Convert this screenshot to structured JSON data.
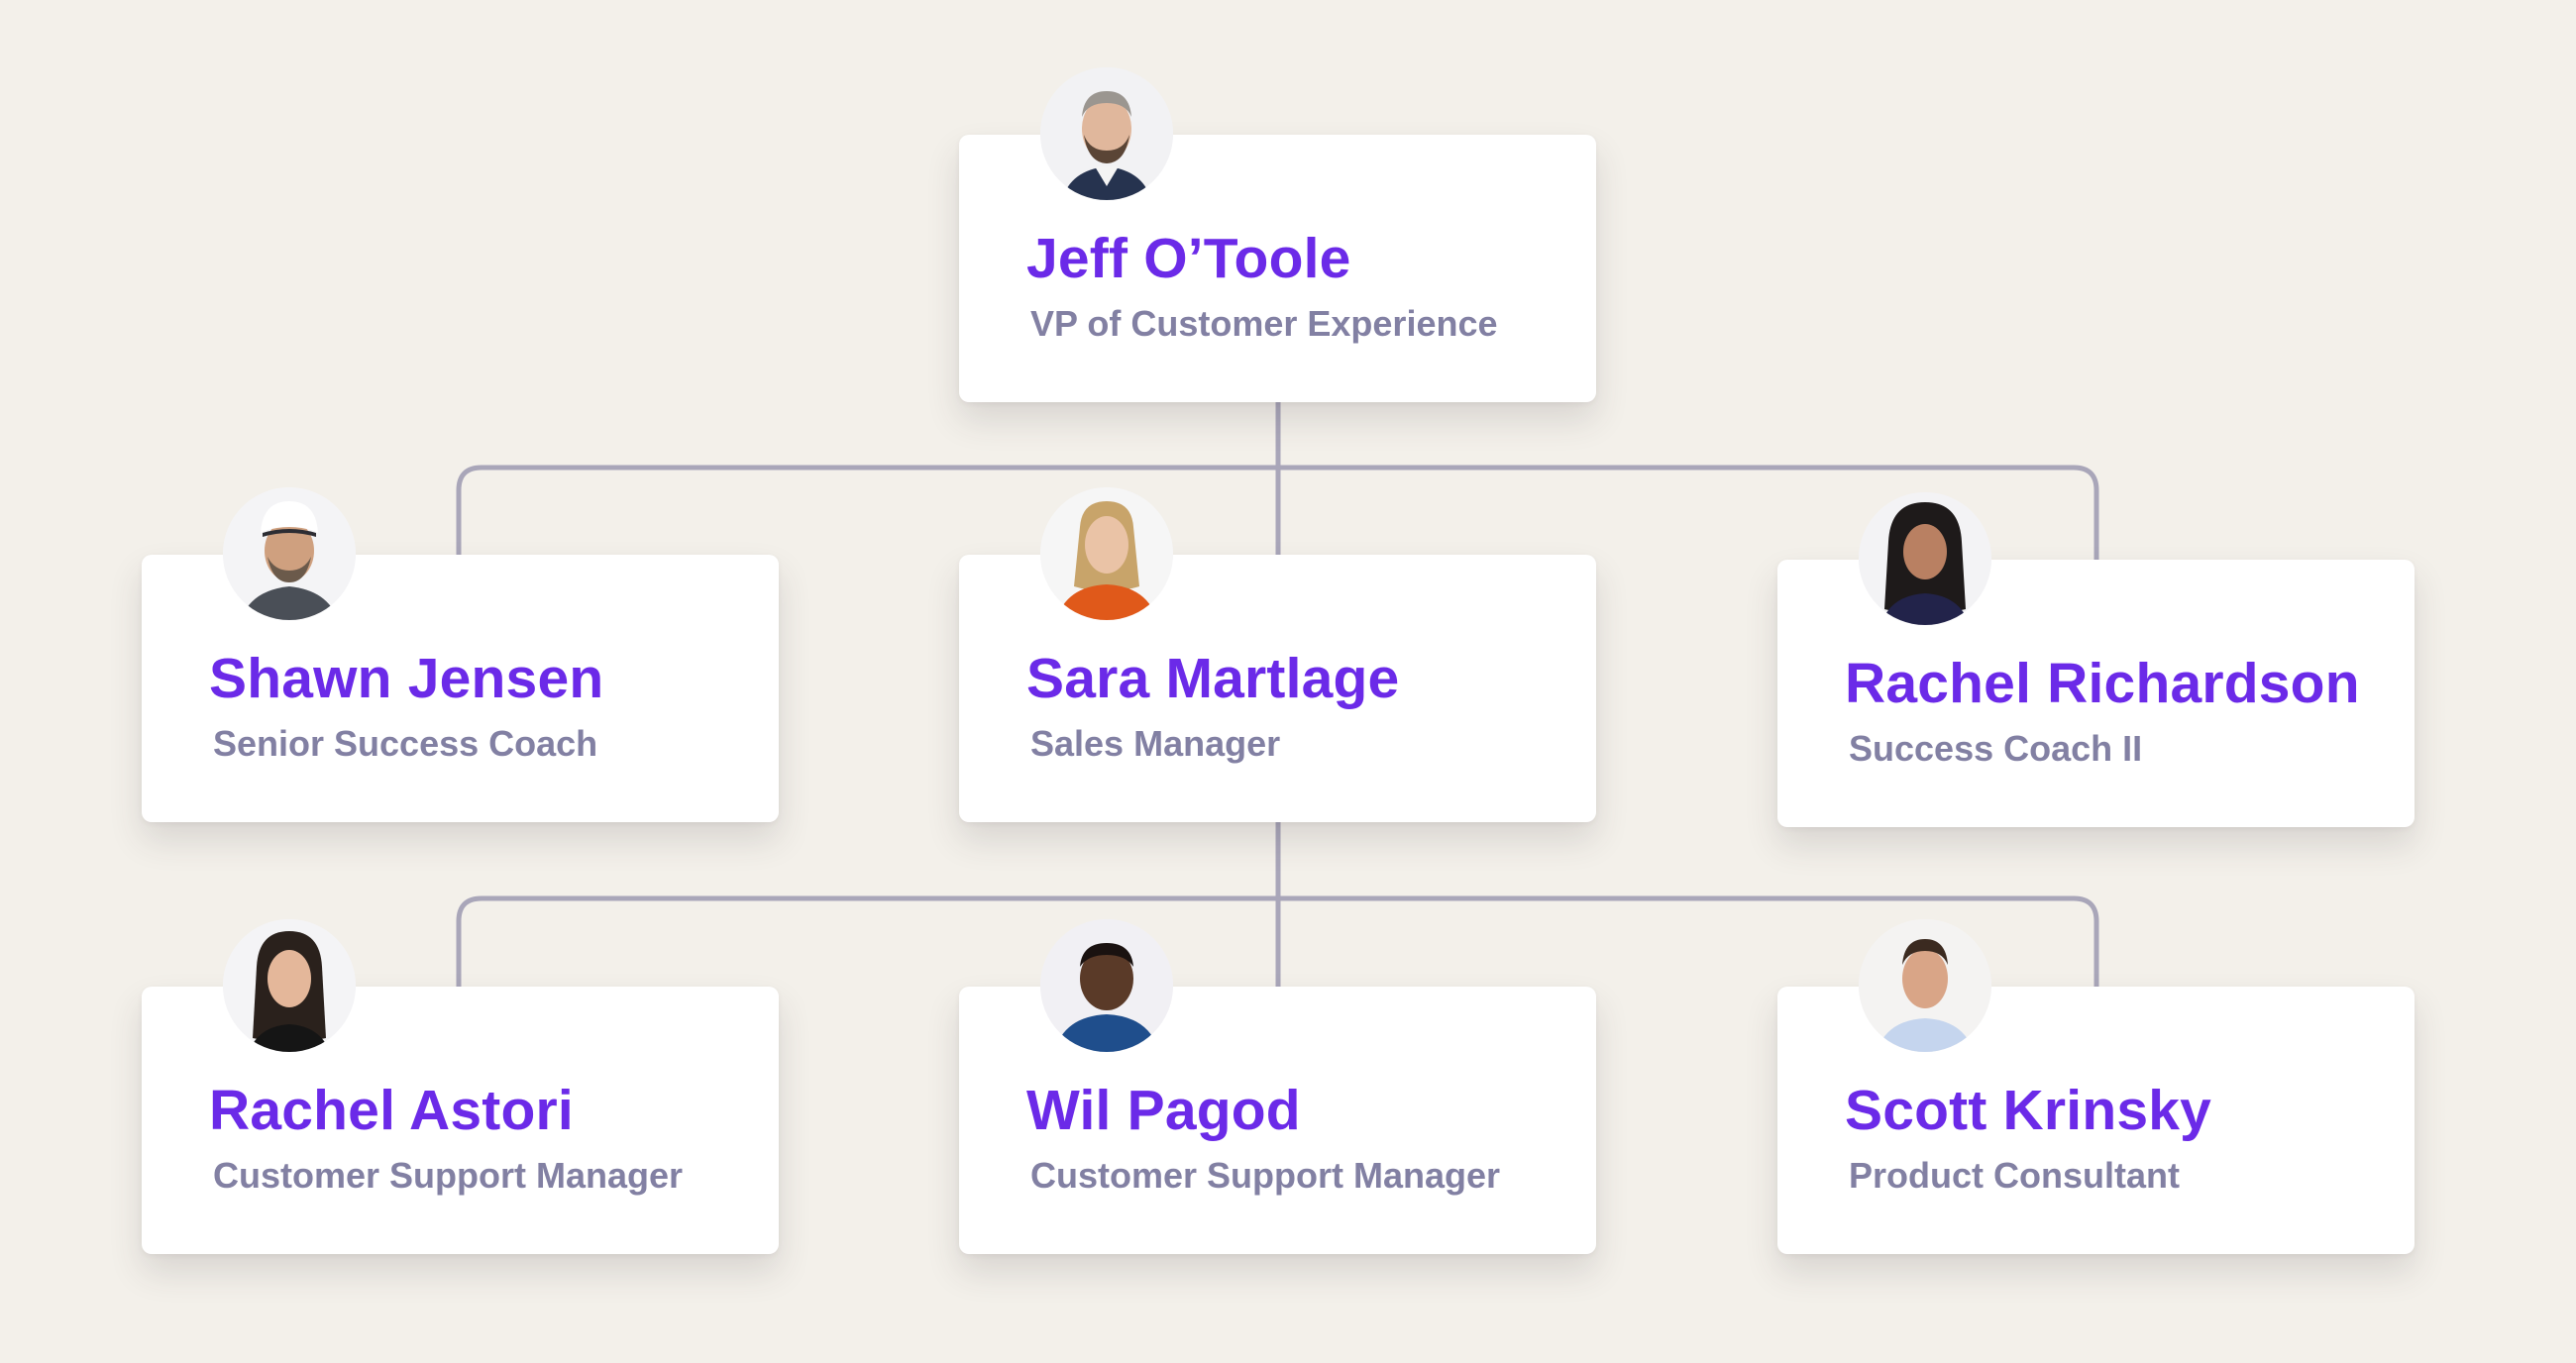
{
  "chart": {
    "type": "org-chart",
    "colors": {
      "background": "#f3f0ea",
      "card": "#ffffff",
      "name": "#6b2ae8",
      "title": "#8280a3",
      "connector": "#a9a6b9"
    },
    "root": {
      "name": "Jeff O’Toole",
      "title": "VP of Customer Experience",
      "avatar": "photo-avatar"
    },
    "level2": [
      {
        "name": "Shawn Jensen",
        "title": "Senior Success Coach",
        "avatar": "photo-avatar"
      },
      {
        "name": "Sara Martlage",
        "title": "Sales Manager",
        "avatar": "photo-avatar"
      },
      {
        "name": "Rachel Richardson",
        "title": "Success Coach II",
        "avatar": "photo-avatar"
      }
    ],
    "level3": [
      {
        "name": "Rachel Astori",
        "title": "Customer Support Manager",
        "avatar": "photo-avatar"
      },
      {
        "name": "Wil Pagod",
        "title": "Customer Support Manager",
        "avatar": "photo-avatar"
      },
      {
        "name": "Scott Krinsky",
        "title": "Product Consultant",
        "avatar": "photo-avatar"
      }
    ]
  }
}
